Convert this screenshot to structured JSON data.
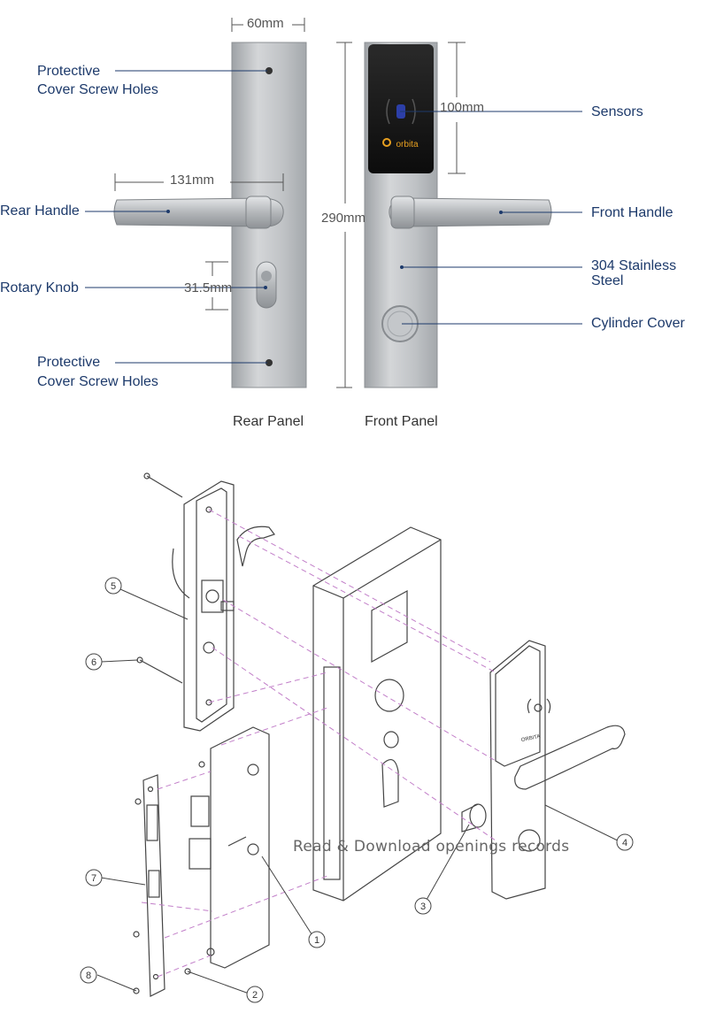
{
  "labels": {
    "protective_top_1": "Protective",
    "protective_top_2": "Cover Screw Holes",
    "rear_handle": "Rear Handle",
    "rotary_knob": "Rotary Knob",
    "protective_bottom_1": "Protective",
    "protective_bottom_2": "Cover Screw Holes",
    "sensors": "Sensors",
    "front_handle": "Front Handle",
    "stainless_1": "304 Stainless",
    "stainless_2": "Steel",
    "cylinder_cover": "Cylinder Cover"
  },
  "dimensions": {
    "width": "60mm",
    "handle_length": "131mm",
    "height": "290mm",
    "reader_height": "100mm",
    "knob": "31.5mm"
  },
  "captions": {
    "rear_panel": "Rear Panel",
    "front_panel": "Front Panel"
  },
  "brand": "orbita",
  "reader_logo": "ORBITA",
  "exploded_parts": [
    "1",
    "2",
    "3",
    "4",
    "5",
    "6",
    "7",
    "8"
  ],
  "watermark": "Read & Download openings records",
  "colors": {
    "label_text": "#1d3a6b",
    "steel": "#b9bcbf",
    "reader": "#141414",
    "dashed_guides": "#c27fc9"
  }
}
